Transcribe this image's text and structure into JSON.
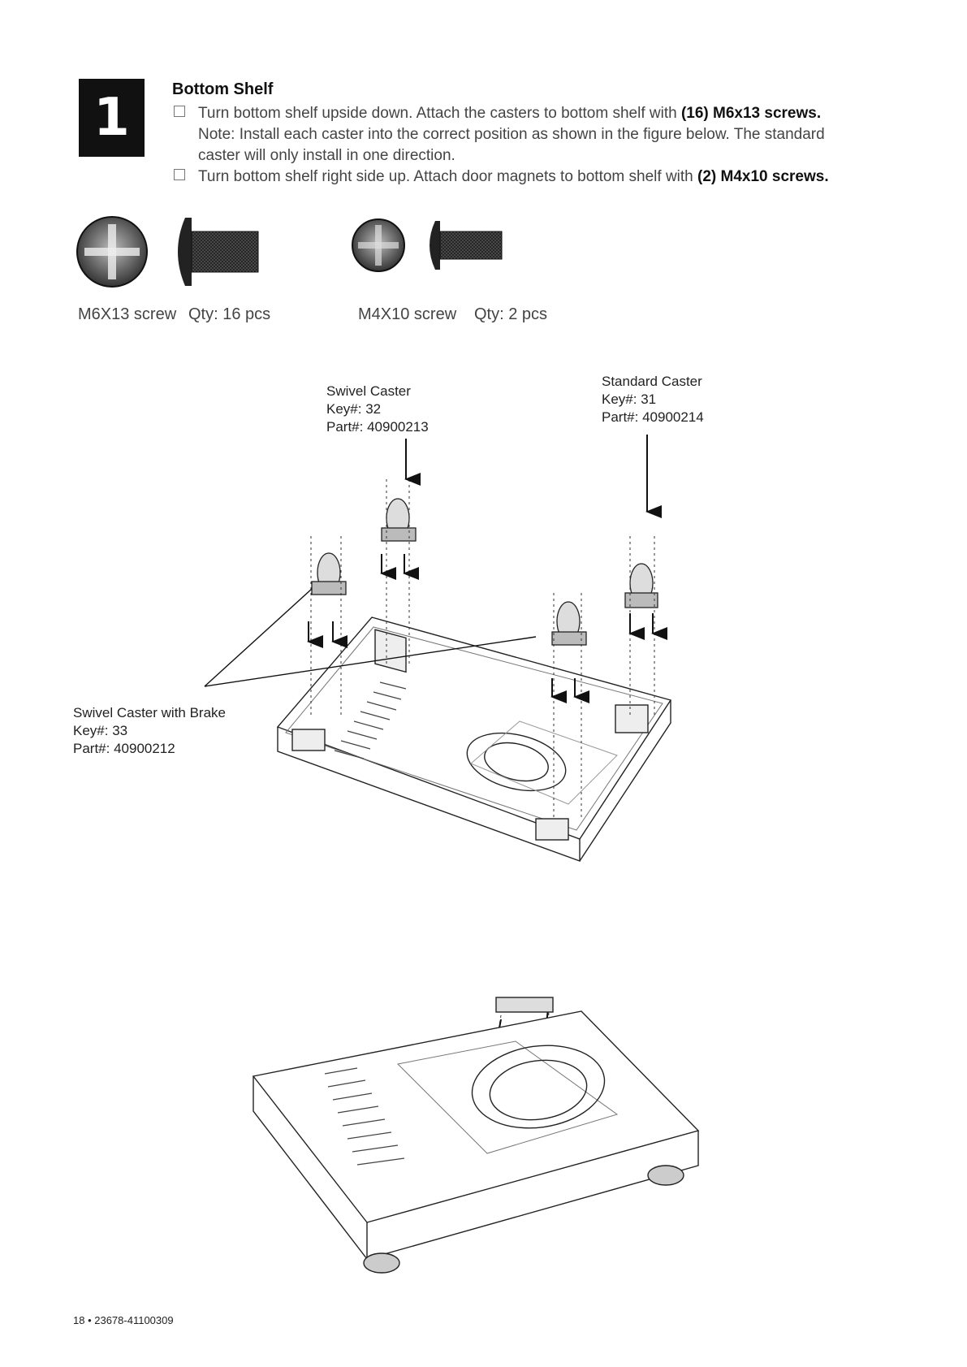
{
  "step": {
    "number": "1",
    "title": "Bottom Shelf"
  },
  "instructions": {
    "item1_text": "Turn bottom shelf upside down. Attach the casters to bottom shelf with ",
    "item1_bold": "(16) M6x13 screws.",
    "item1_note": "Note: Install each caster into the correct position as shown in the figure below. The standard caster will only install in one direction.",
    "item2_text": "Turn bottom shelf right side up. Attach door magnets to bottom shelf with ",
    "item2_bold": "(2) M4x10 screws."
  },
  "hardware": [
    {
      "label": "M6X13 screw",
      "qty": "Qty: 16 pcs"
    },
    {
      "label": "M4X10 screw",
      "qty": "Qty: 2 pcs"
    }
  ],
  "callouts": {
    "swivel": {
      "name": "Swivel Caster",
      "key": "Key#: 32",
      "part": "Part#: 40900213"
    },
    "standard": {
      "name": "Standard Caster",
      "key": "Key#: 31",
      "part": "Part#: 40900214"
    },
    "brake": {
      "name": "Swivel Caster with Brake",
      "key": "Key#: 33",
      "part": "Part#: 40900212"
    }
  },
  "footer": "18 • 23678-41100309"
}
